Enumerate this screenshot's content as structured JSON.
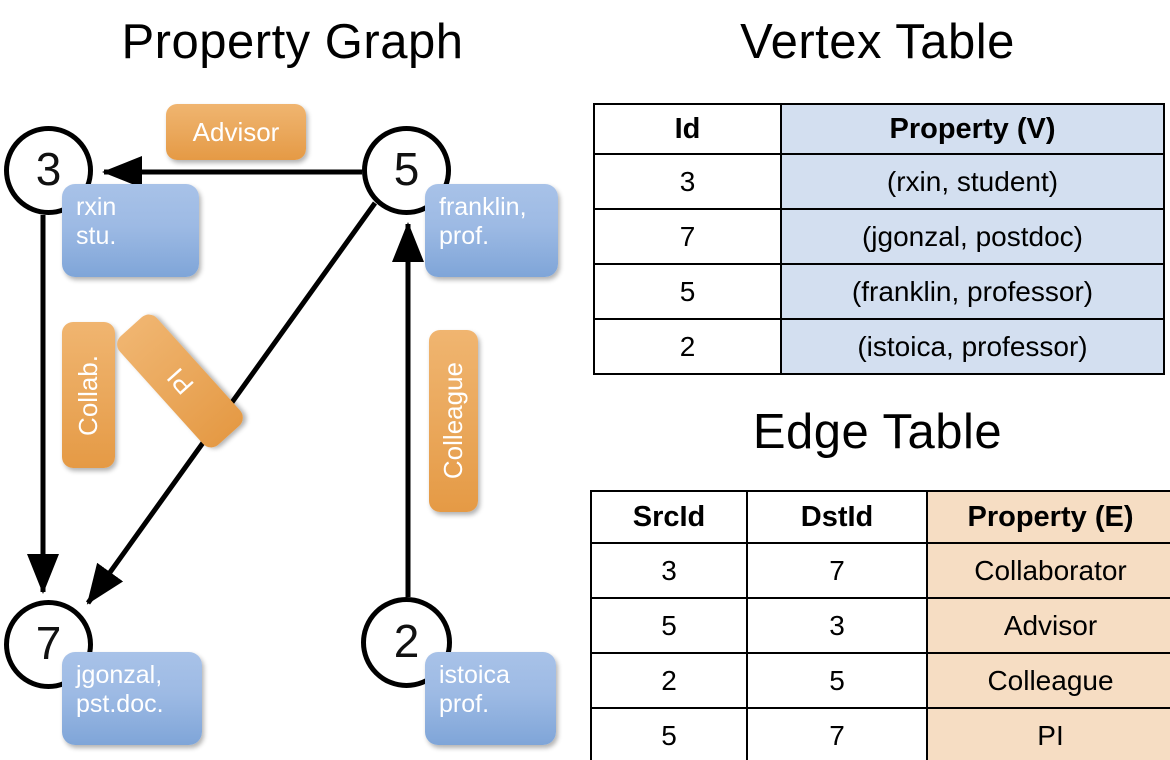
{
  "titles": {
    "property_graph": "Property Graph",
    "vertex_table": "Vertex Table",
    "edge_table": "Edge Table"
  },
  "graph": {
    "nodes": [
      {
        "id": "3",
        "property": "rxin\nstu."
      },
      {
        "id": "5",
        "property": "franklin,\nprof."
      },
      {
        "id": "7",
        "property": "jgonzal,\npst.doc."
      },
      {
        "id": "2",
        "property": "istoica\nprof."
      }
    ],
    "node_3_label": "3",
    "node_5_label": "5",
    "node_7_label": "7",
    "node_2_label": "2",
    "prop_rxin_line1": "rxin",
    "prop_rxin_line2": "stu.",
    "prop_franklin_line1": "franklin,",
    "prop_franklin_line2": "prof.",
    "prop_jgonzal_line1": "jgonzal,",
    "prop_jgonzal_line2": "pst.doc.",
    "prop_istoica_line1": "istoica",
    "prop_istoica_line2": "prof.",
    "edge_labels": {
      "advisor": "Advisor",
      "collab": "Collab.",
      "pi": "PI",
      "colleague": "Colleague"
    },
    "edges": [
      {
        "from": "5",
        "to": "3",
        "label": "Advisor"
      },
      {
        "from": "3",
        "to": "7",
        "label": "Collab."
      },
      {
        "from": "5",
        "to": "7",
        "label": "PI"
      },
      {
        "from": "2",
        "to": "5",
        "label": "Colleague"
      }
    ]
  },
  "vertex_table": {
    "headers": [
      "Id",
      "Property (V)"
    ],
    "rows": [
      {
        "id": "3",
        "property": "(rxin, student)"
      },
      {
        "id": "7",
        "property": "(jgonzal, postdoc)"
      },
      {
        "id": "5",
        "property": "(franklin, professor)"
      },
      {
        "id": "2",
        "property": "(istoica, professor)"
      }
    ]
  },
  "edge_table": {
    "headers": [
      "SrcId",
      "DstId",
      "Property (E)"
    ],
    "rows": [
      {
        "src": "3",
        "dst": "7",
        "property": "Collaborator"
      },
      {
        "src": "5",
        "dst": "3",
        "property": "Advisor"
      },
      {
        "src": "2",
        "dst": "5",
        "property": "Colleague"
      },
      {
        "src": "5",
        "dst": "7",
        "property": "PI"
      }
    ]
  },
  "colors": {
    "vertex_property_fill": "#d3dff0",
    "edge_property_fill": "#f6ddc3",
    "node_property_box": "#9dbae4",
    "edge_label_box": "#eaa85c",
    "stroke": "#000000",
    "background": "#ffffff"
  }
}
